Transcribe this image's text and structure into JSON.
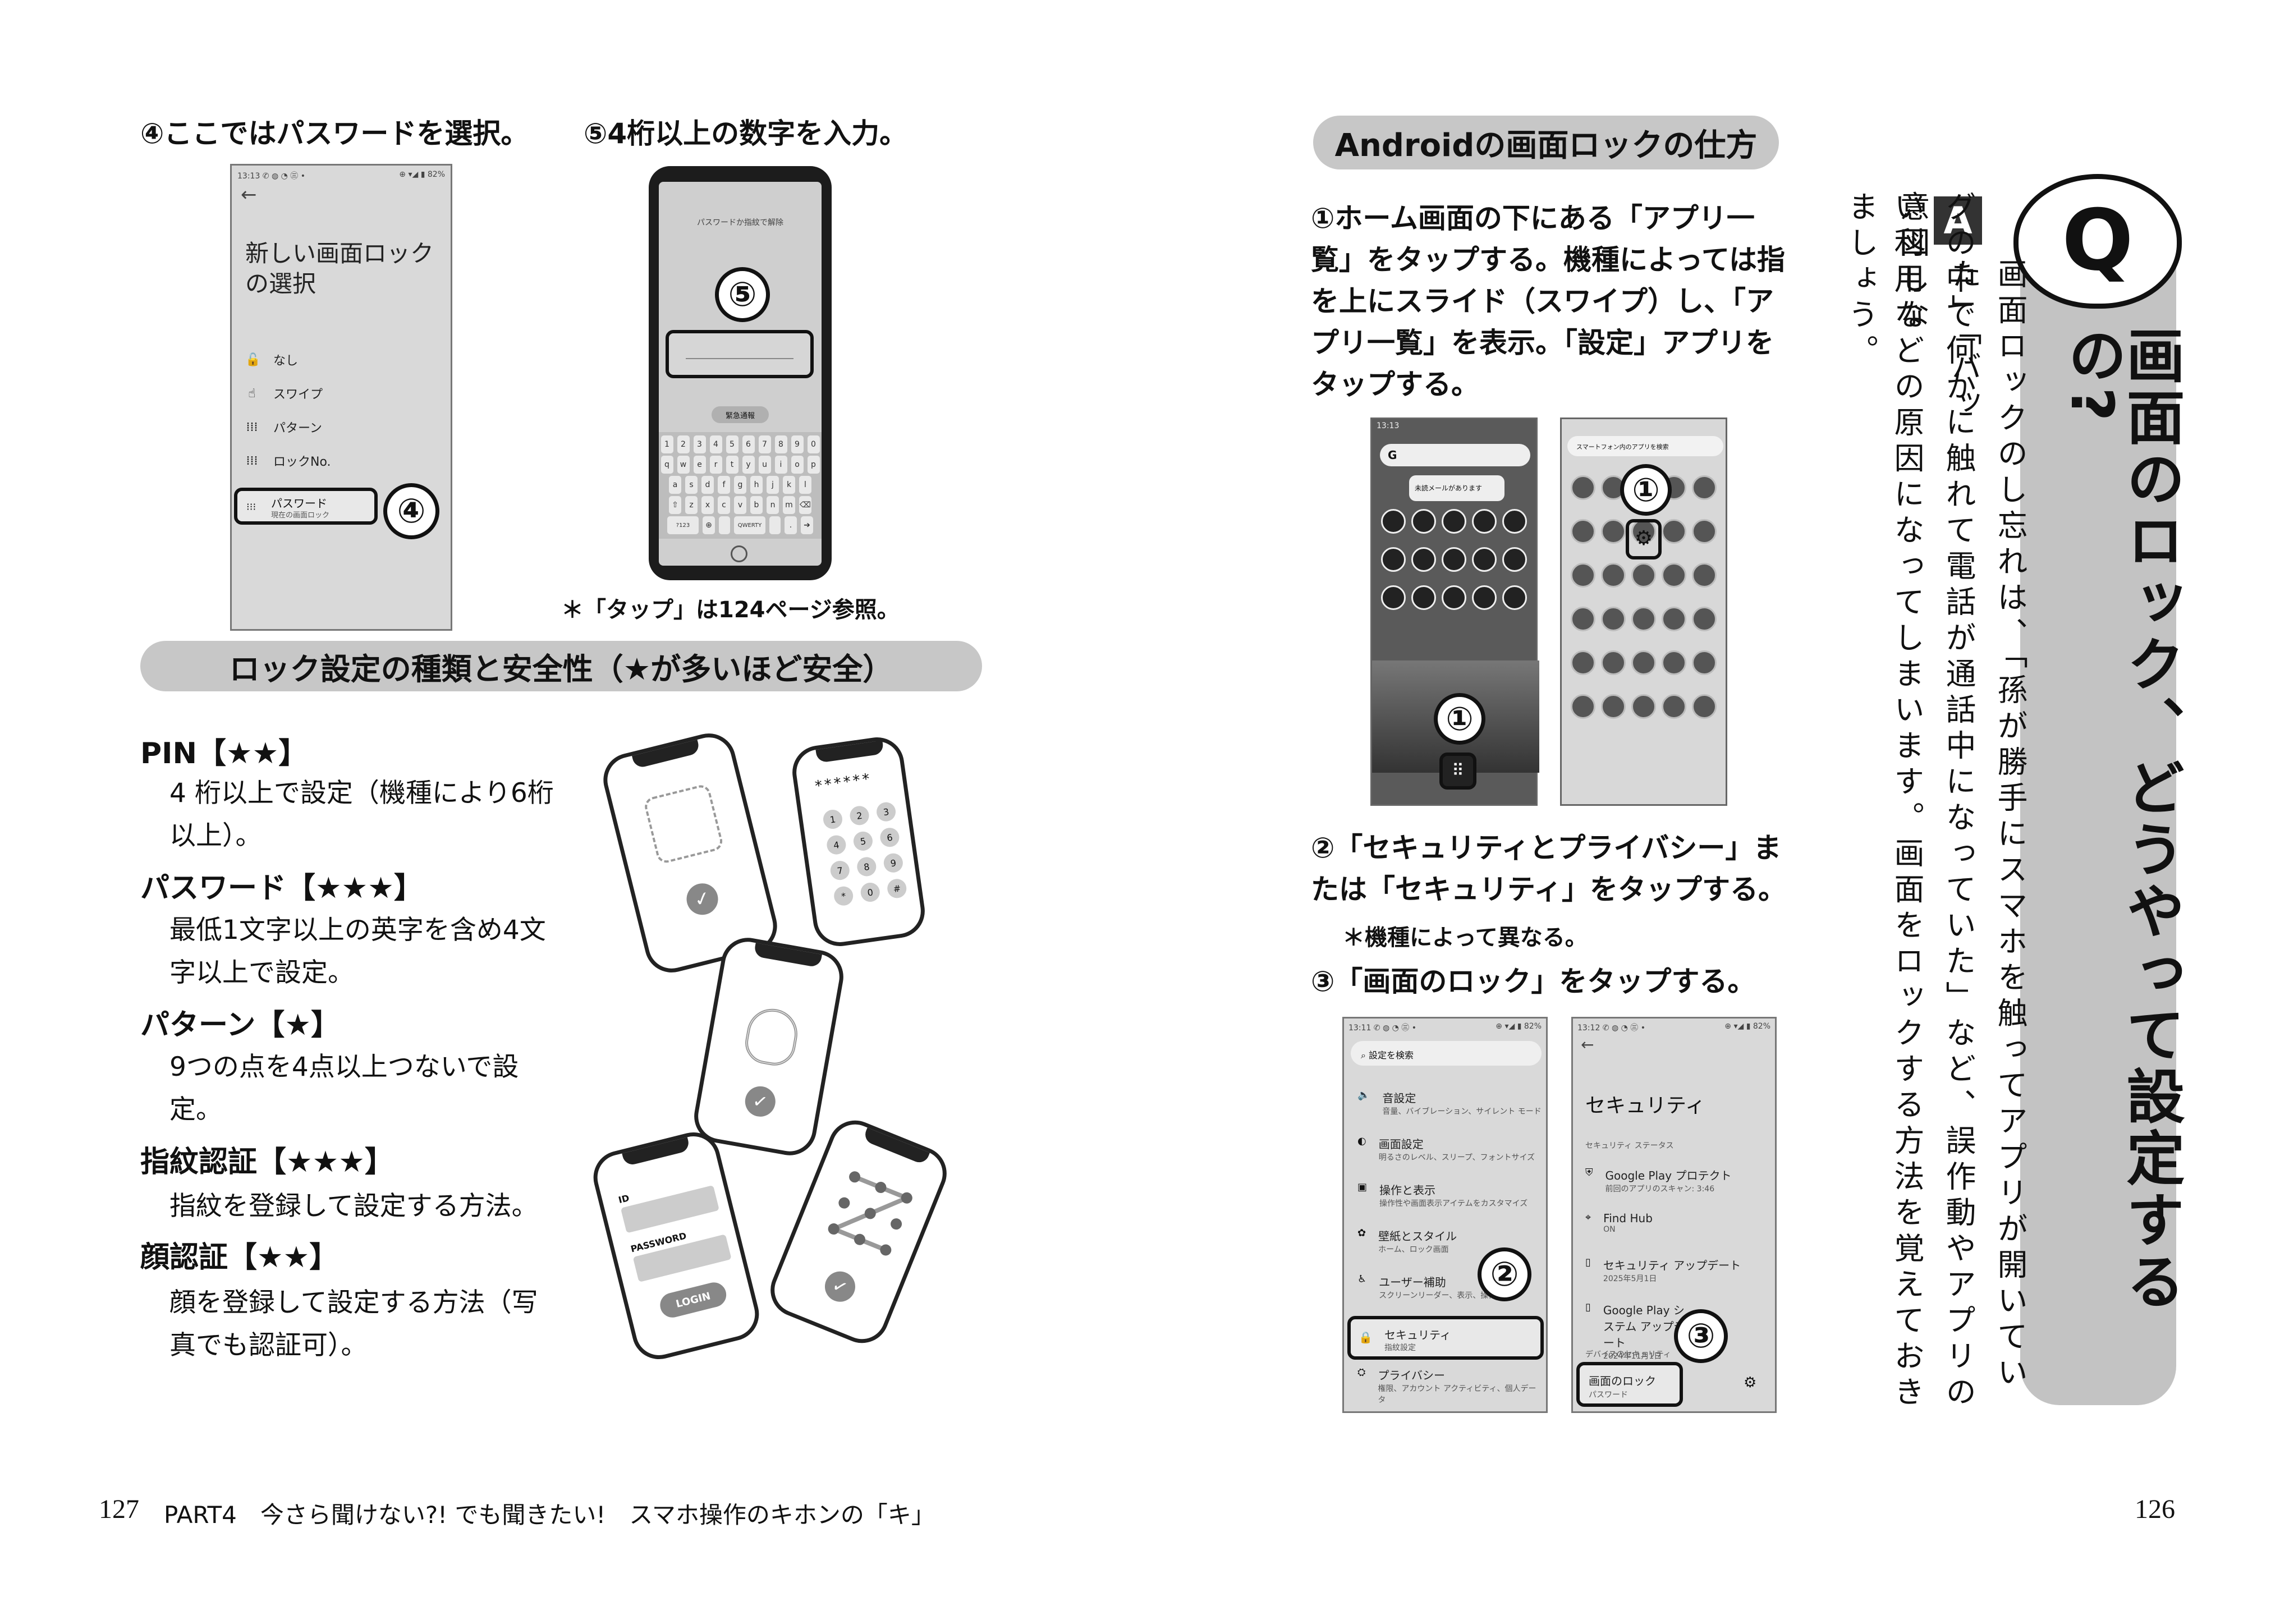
{
  "left_page": {
    "step4_caption": "④ここではパスワードを選択。",
    "step5_caption": "⑤4桁以上の数字を入力。",
    "step4_screen": {
      "status": "13:13 ✆ ◍ ◔ ㊂ •",
      "status_right": "⊕ ▾◢ ▮ 82%",
      "back": "←",
      "title": "新しい画面ロックの選択",
      "options": [
        {
          "icon": "🔓",
          "label": "なし"
        },
        {
          "icon": "☝",
          "label": "スワイプ"
        },
        {
          "icon": "⁞⁞⁞",
          "label": "パターン"
        },
        {
          "icon": "⁞⁞⁞",
          "label": "ロックNo."
        }
      ],
      "highlighted_option": {
        "label": "パスワード",
        "sublabel": "現在の画面ロック"
      },
      "marker": "④"
    },
    "step5_screen": {
      "prompt": "パスワードか指紋で解除",
      "emergency": "緊急通報",
      "marker": "⑤",
      "keyboard_rows": [
        [
          "1",
          "2",
          "3",
          "4",
          "5",
          "6",
          "7",
          "8",
          "9",
          "0"
        ],
        [
          "q",
          "w",
          "e",
          "r",
          "t",
          "y",
          "u",
          "i",
          "o",
          "p"
        ],
        [
          "a",
          "s",
          "d",
          "f",
          "g",
          "h",
          "j",
          "k",
          "l"
        ],
        [
          "⇧",
          "z",
          "x",
          "c",
          "v",
          "b",
          "n",
          "m",
          "⌫"
        ],
        [
          "?123",
          "⊕",
          "",
          "QWERTY",
          "",
          ".",
          "➔"
        ]
      ]
    },
    "tap_note": "＊「タップ」は124ページ参照。",
    "safety_heading": "ロック設定の種類と安全性（★が多いほど安全）",
    "lock_types": [
      {
        "name": "PIN【★★】",
        "desc": "4 桁以上で設定（機種により6桁以上）。"
      },
      {
        "name": "パスワード【★★★】",
        "desc": "最低1文字以上の英字を含め4文字以上で設定。"
      },
      {
        "name": "パターン【★】",
        "desc": "9つの点を4点以上つないで設定。"
      },
      {
        "name": "指紋認証【★★★】",
        "desc": "指紋を登録して設定する方法。"
      },
      {
        "name": "顔認証【★★】",
        "desc": "顔を登録して設定する方法（写真でも認証可）。"
      }
    ],
    "illustration": {
      "pin_display": "******",
      "pin_keys": [
        "1",
        "2",
        "3",
        "4",
        "5",
        "6",
        "7",
        "8",
        "9",
        "*",
        "0",
        "#"
      ],
      "login_labels": [
        "ID",
        "PASSWORD",
        "LOGIN"
      ]
    },
    "page_number": "127",
    "footer": "PART4　今さら聞けない?! でも聞きたい!　スマホ操作のキホンの「キ」"
  },
  "right_page": {
    "section_heading": "Androidの画面ロックの仕方",
    "step1_text": "①ホーム画面の下にある「アプリ一覧」をタップする。機種によっては指を上にスライド（スワイプ）し、「アプリ一覧」を表示。「設定」アプリをタップする。",
    "step1_screens": {
      "home_status": "13:13",
      "home_search": "G",
      "drawer_search": "スマートフォン内のアプリを検索",
      "home_notice": "未読メールがあります",
      "marker": "①"
    },
    "step2_text": "②「セキュリティとプライバシー」または「セキュリティ」をタップする。",
    "step2_note": "＊機種によって異なる。",
    "step3_text": "③「画面のロック」をタップする。",
    "settings_screen": {
      "status": "13:11 ✆ ◍ ◔ ㊂ •",
      "status_right": "⊕ ▾◢ ▮ 82%",
      "search": "設定を検索",
      "items": [
        {
          "icon": "🔈",
          "title": "音設定",
          "sub": "音量、バイブレーション、サイレント モード"
        },
        {
          "icon": "◐",
          "title": "画面設定",
          "sub": "明るさのレベル、スリープ、フォントサイズ"
        },
        {
          "icon": "▣",
          "title": "操作と表示",
          "sub": "操作性や画面表示アイテムをカスタマイズ"
        },
        {
          "icon": "✿",
          "title": "壁紙とスタイル",
          "sub": "ホーム、ロック画面"
        },
        {
          "icon": "♿",
          "title": "ユーザー補助",
          "sub": "スクリーンリーダー、表示、操作"
        }
      ],
      "highlighted": {
        "icon": "🔒",
        "title": "セキュリティ",
        "sub": "指紋設定"
      },
      "last": {
        "icon": "⛭",
        "title": "プライバシー",
        "sub": "権限、アカウント アクティビティ、個人データ"
      },
      "marker": "②"
    },
    "security_screen": {
      "status": "13:12 ✆ ◍ ◔ ㊂ •",
      "status_right": "⊕ ▾◢ ▮ 82%",
      "back": "←",
      "title": "セキュリティ",
      "section": "セキュリティ ステータス",
      "items": [
        {
          "icon": "⛨",
          "title": "Google Play プロテクト",
          "sub": "前回のアプリのスキャン: 3:46"
        },
        {
          "icon": "⌖",
          "title": "Find Hub",
          "sub": "ON"
        },
        {
          "icon": "▯",
          "title": "セキュリティ アップデート",
          "sub": "2025年5月1日"
        },
        {
          "icon": "▯",
          "title": "Google Play システム アップデート",
          "sub": "2024年11月1日"
        }
      ],
      "section2": "デバイスのセキュリティ",
      "highlighted": {
        "title": "画面のロック",
        "sub": "パスワード"
      },
      "gear": "⚙",
      "marker": "③"
    },
    "q_badge": "Q",
    "q_title": "画面のロック、どうやって設定するの?",
    "a_badge": "A",
    "answer_col1": "画面ロックのし忘れは、「孫が勝手にスマホを触ってアプリが開いていた」「バッ",
    "answer_col2": "グの中で何かに触れて電話が通話中になっていた」など、誤作動やアプリの意図しな",
    "answer_col3": "い利用などの原因になってしまいます。画面をロックする方法を覚えておきましょう。",
    "page_number": "126"
  }
}
